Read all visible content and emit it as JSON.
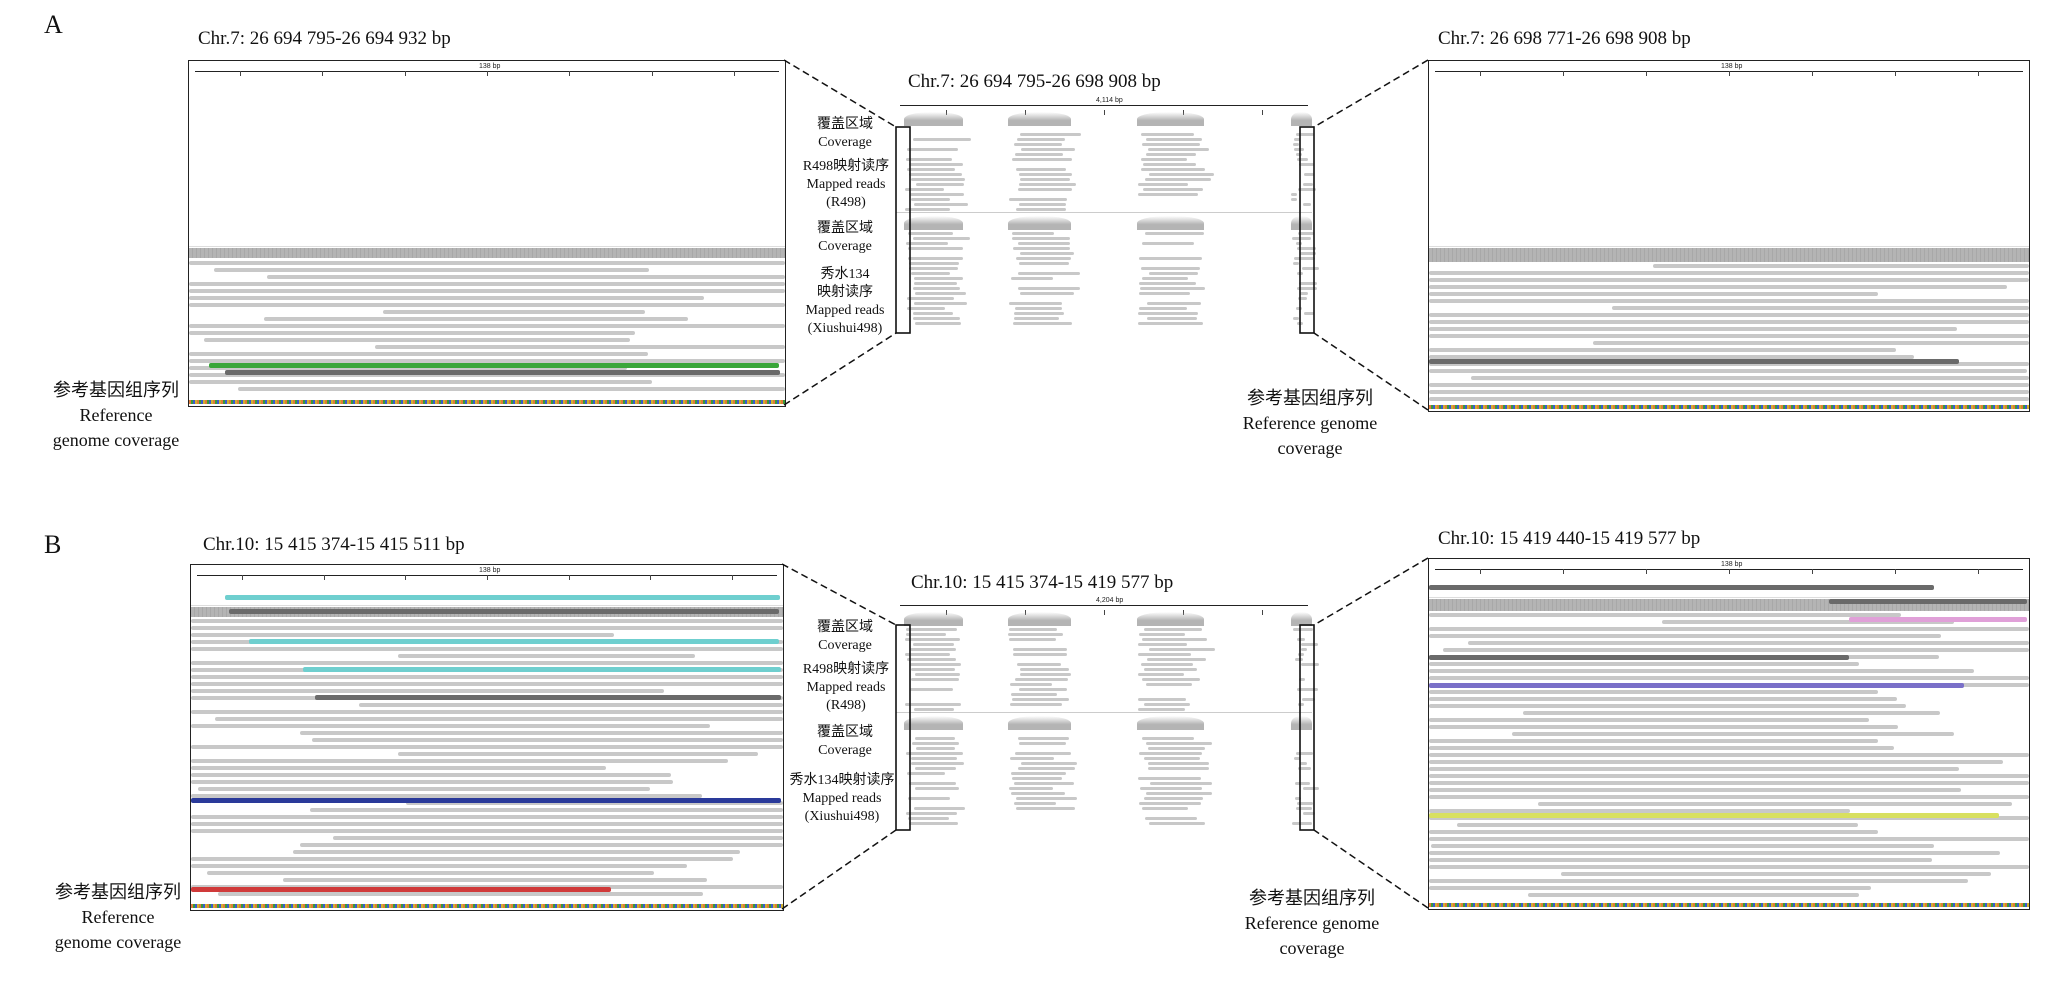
{
  "panels": [
    {
      "letter": "A",
      "left_title": "Chr.7: 26 694 795-26 694 932 bp",
      "center_title": "Chr.7: 26 694 795-26 698 908 bp",
      "right_title": "Chr.7: 26 698 771-26 698 908 bp",
      "left_ruler_span": "138 bp",
      "right_ruler_span": "138 bp",
      "center_ruler_span": "4,114 bp",
      "track_labels": {
        "coverage1": [
          "覆盖区域",
          "Coverage"
        ],
        "reads1": [
          "R498映射读序",
          "Mapped reads",
          "(R498)"
        ],
        "coverage2": [
          "覆盖区域",
          "Coverage"
        ],
        "reads2": [
          "秀水134",
          "映射读序",
          "Mapped reads",
          "(Xiushui498)"
        ]
      },
      "left_ref_label": [
        "参考基因组序列",
        "Reference",
        "genome coverage"
      ],
      "right_ref_label": [
        "参考基因组序列",
        "Reference genome",
        "coverage"
      ]
    },
    {
      "letter": "B",
      "left_title": "Chr.10: 15 415 374-15 415 511 bp",
      "center_title": "Chr.10: 15 415 374-15 419 577 bp",
      "right_title": "Chr.10: 15 419 440-15 419 577 bp",
      "left_ruler_span": "138 bp",
      "right_ruler_span": "138 bp",
      "center_ruler_span": "4,204 bp",
      "track_labels": {
        "coverage1": [
          "覆盖区域",
          "Coverage"
        ],
        "reads1": [
          "R498映射读序",
          "Mapped reads",
          "(R498)"
        ],
        "coverage2": [
          "覆盖区域",
          "Coverage"
        ],
        "reads2": [
          "秀水134映射读序",
          "Mapped reads",
          "(Xiushui498)"
        ]
      },
      "left_ref_label": [
        "参考基因组序列",
        "Reference",
        "genome coverage"
      ],
      "right_ref_label": [
        "参考基因组序列",
        "Reference genome",
        "coverage"
      ]
    }
  ],
  "colors": {
    "read": "#c8c8c8",
    "coverage": "#b4b4b4",
    "green_read": "#3aa63a",
    "dark_read": "#6a6a6a",
    "teal_read": "#6fcfcf",
    "blue_read": "#2a3a9a",
    "red_read": "#d03a3a",
    "pink_read": "#e0a0d8",
    "purple_read": "#7a70c8",
    "yellow_read": "#d8e060"
  }
}
